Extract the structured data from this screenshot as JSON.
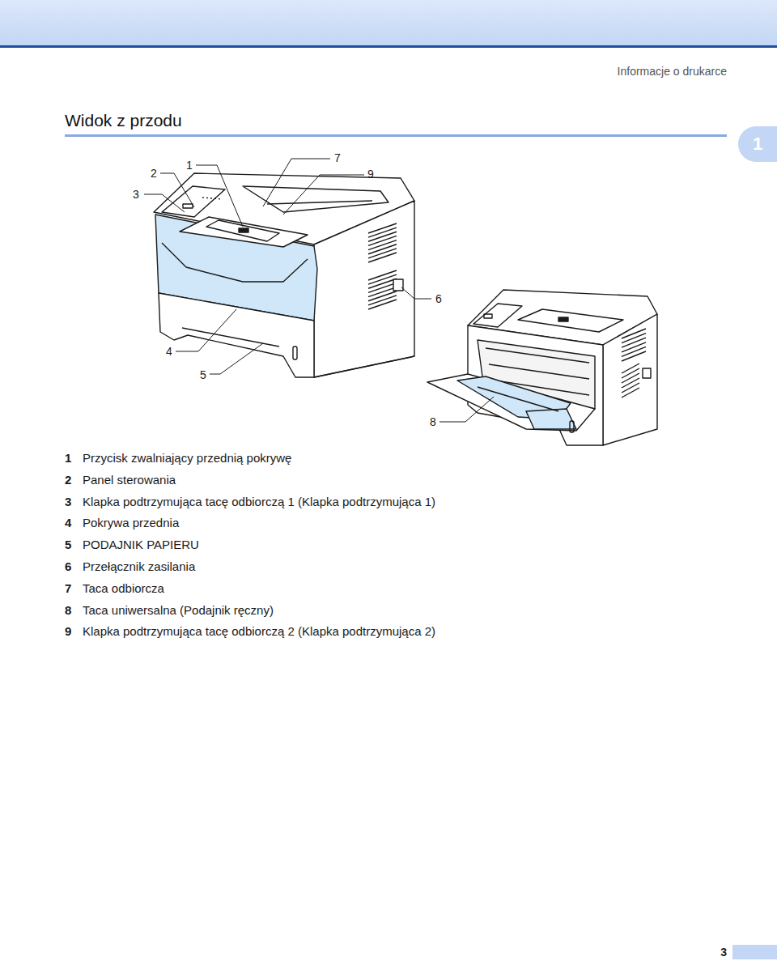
{
  "diagram": {
    "title": "Widok z przodu",
    "nodes": [
      {
        "text": [
          "1"
        ]
      }
    ],
    "labels": [
      "Informacje o drukarce",
      "3",
      "2",
      "1",
      "7",
      "9",
      "6",
      "4",
      "5",
      "8",
      "1",
      "Przycisk zwalniający przednią pokrywę",
      "2",
      "Panel sterowania",
      "3",
      "Klapka podtrzymująca tacę odbiorczą 1 (Klapka podtrzymująca 1)",
      "4",
      "Pokrywa przednia",
      "5",
      "PODAJNIK PAPIERU",
      "6",
      "Przełącznik zasilania",
      "7",
      "Taca odbiorcza",
      "8",
      "Taca uniwersalna (Podajnik ręczny)",
      "9",
      "Klapka podtrzymująca tacę odbiorczą 2 (Klapka podtrzymująca 2)",
      "3"
    ]
  }
}
